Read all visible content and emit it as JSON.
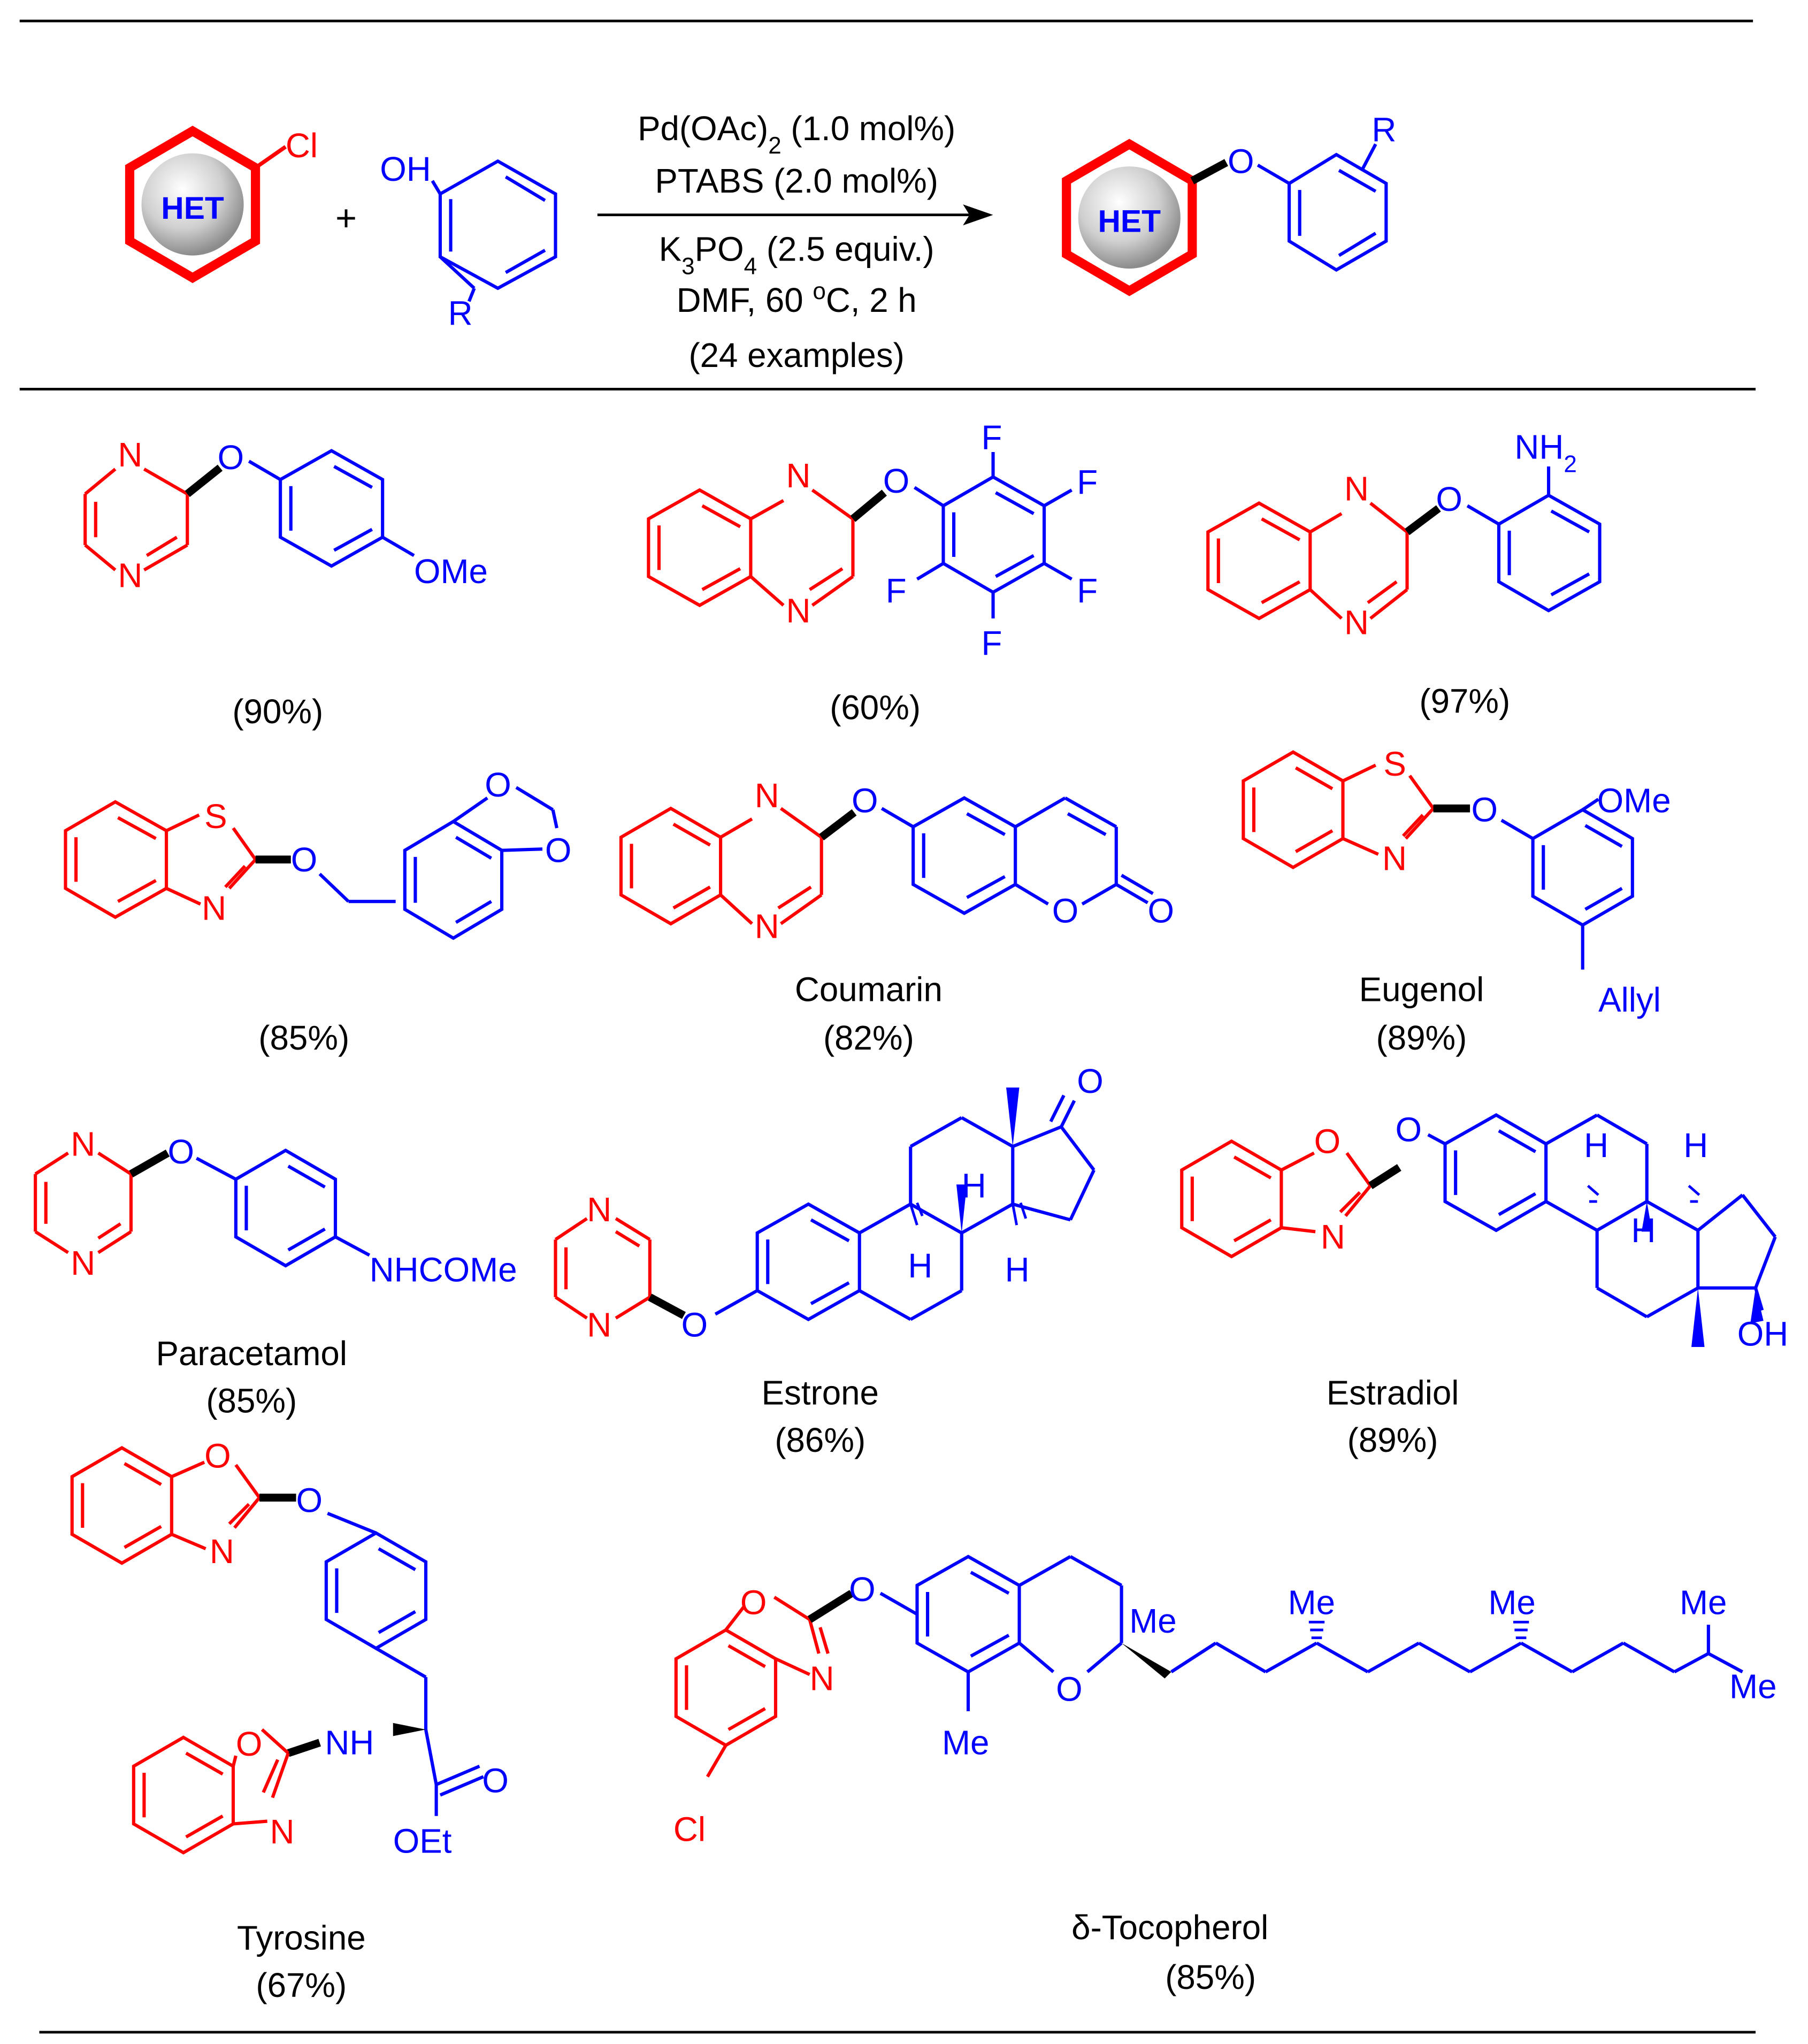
{
  "scheme": {
    "reactant1_label": "HET",
    "reactant1_substituent": "Cl",
    "plus": "+",
    "reactant2_oh": "OH",
    "reactant2_r": "R",
    "conditions": {
      "catalyst_main": "Pd(OAc)",
      "catalyst_sub": "2",
      "catalyst_rest": " (1.0 mol%)",
      "ligand": "PTABS (2.0 mol%)",
      "base_k": "K",
      "base_sub1": "3",
      "base_po": "PO",
      "base_sub2": "4",
      "base_rest": " (2.5 equiv.)",
      "solvent_a": "DMF, 60 ",
      "solvent_sup": "o",
      "solvent_b": "C, 2 h",
      "examples": "(24 examples)"
    },
    "product_label": "HET",
    "product_o": "O",
    "product_r": "R"
  },
  "compounds": [
    {
      "name": "",
      "yield": "(90%)"
    },
    {
      "name": "",
      "yield": "(60%)"
    },
    {
      "name": "",
      "yield": "(97%)"
    },
    {
      "name": "",
      "yield": "(85%)"
    },
    {
      "name": "Coumarin",
      "yield": "(82%)"
    },
    {
      "name": "Eugenol",
      "yield": "(89%)"
    },
    {
      "name": "Paracetamol",
      "yield": "(85%)"
    },
    {
      "name": "Estrone",
      "yield": "(86%)"
    },
    {
      "name": "Estradiol",
      "yield": "(89%)"
    },
    {
      "name": "Tyrosine",
      "yield": "(67%)"
    },
    {
      "name": "δ-Tocopherol",
      "yield": "(85%)"
    }
  ],
  "atoms": {
    "N": "N",
    "O": "O",
    "S": "S",
    "F": "F",
    "H": "H",
    "Cl": "Cl",
    "OMe": "OMe",
    "NH2_main": "NH",
    "NH2_sub": "2",
    "NHCOMe": "NHCOMe",
    "Allyl": "Allyl",
    "OH": "OH",
    "NH": "NH",
    "OEt": "OEt",
    "Me": "Me"
  },
  "colors": {
    "heteroarene": "#ff0000",
    "phenol": "#0000ff",
    "new_bond": "#000000",
    "het_ball": "#bfbfbf",
    "het_text": "#0000ff"
  }
}
